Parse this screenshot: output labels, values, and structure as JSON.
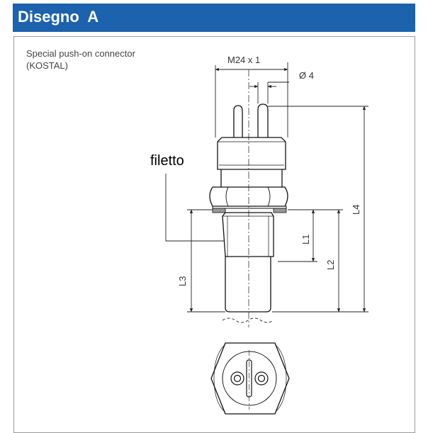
{
  "header": {
    "title": "Disegno  A",
    "background_color": "#1c62ad",
    "text_color": "#ffffff"
  },
  "caption": {
    "line1": "Special push-on connector",
    "line2": "(KOSTAL)"
  },
  "labels": {
    "thread": "filetto",
    "thread_size": "M24 x 1",
    "pin_diameter": "Ø 4",
    "l1": "L1",
    "l2": "L2",
    "l3": "L3",
    "l4": "L4"
  }
}
